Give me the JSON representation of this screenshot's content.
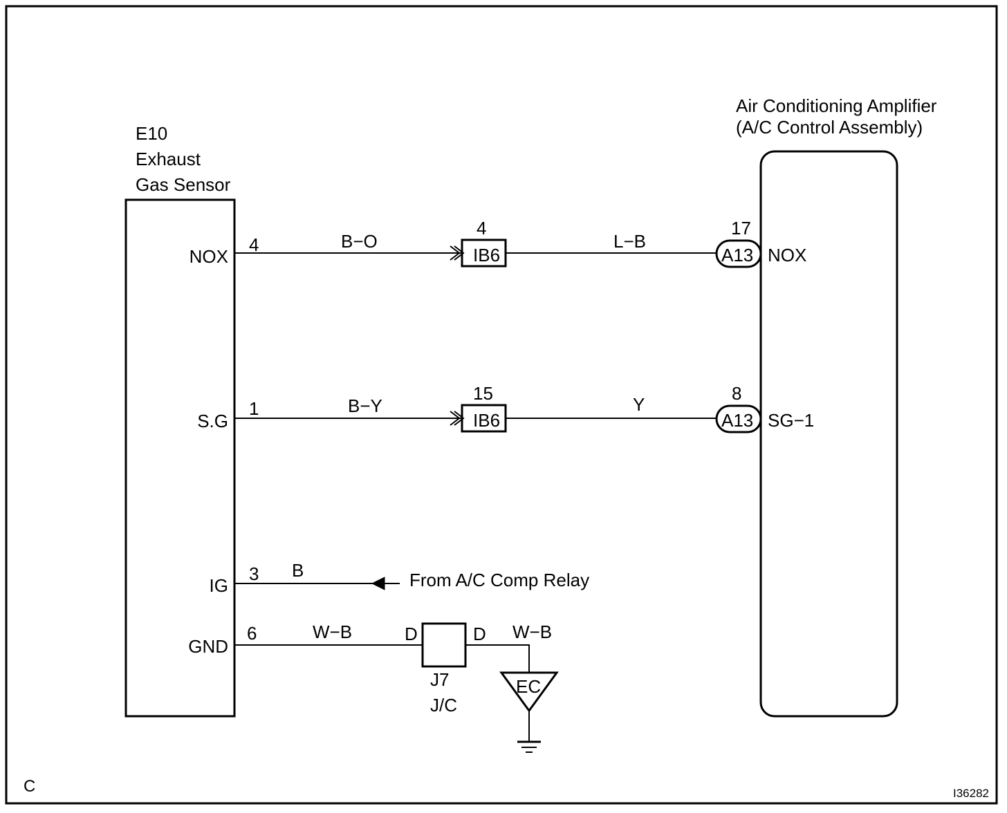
{
  "page_corner_letter": "C",
  "figure_id": "I36282",
  "sensor": {
    "code": "E10",
    "name_line1": "Exhaust",
    "name_line2": "Gas Sensor",
    "pins": [
      {
        "label": "NOX",
        "pin": "4"
      },
      {
        "label": "S.G",
        "pin": "1"
      },
      {
        "label": "IG",
        "pin": "3"
      },
      {
        "label": "GND",
        "pin": "6"
      }
    ]
  },
  "amplifier": {
    "title_line1": "Air Conditioning Amplifier",
    "title_line2": "(A/C Control Assembly)",
    "pins": [
      {
        "label": "NOX",
        "pin": "17",
        "connector": "A13"
      },
      {
        "label": "SG−1",
        "pin": "8",
        "connector": "A13"
      }
    ]
  },
  "wires": {
    "nox_left": "B−O",
    "nox_right": "L−B",
    "sg_left": "B−Y",
    "sg_right": "Y",
    "ig": "B",
    "gnd_left": "W−B",
    "gnd_right": "W−B"
  },
  "connectors": {
    "ib6_nox": {
      "name": "IB6",
      "pin": "4"
    },
    "ib6_sg": {
      "name": "IB6",
      "pin": "15"
    }
  },
  "junction": {
    "code": "J7",
    "type": "J/C",
    "pin_left": "D",
    "pin_right": "D"
  },
  "ground_point": "EC",
  "ig_source": "From A/C Comp Relay"
}
